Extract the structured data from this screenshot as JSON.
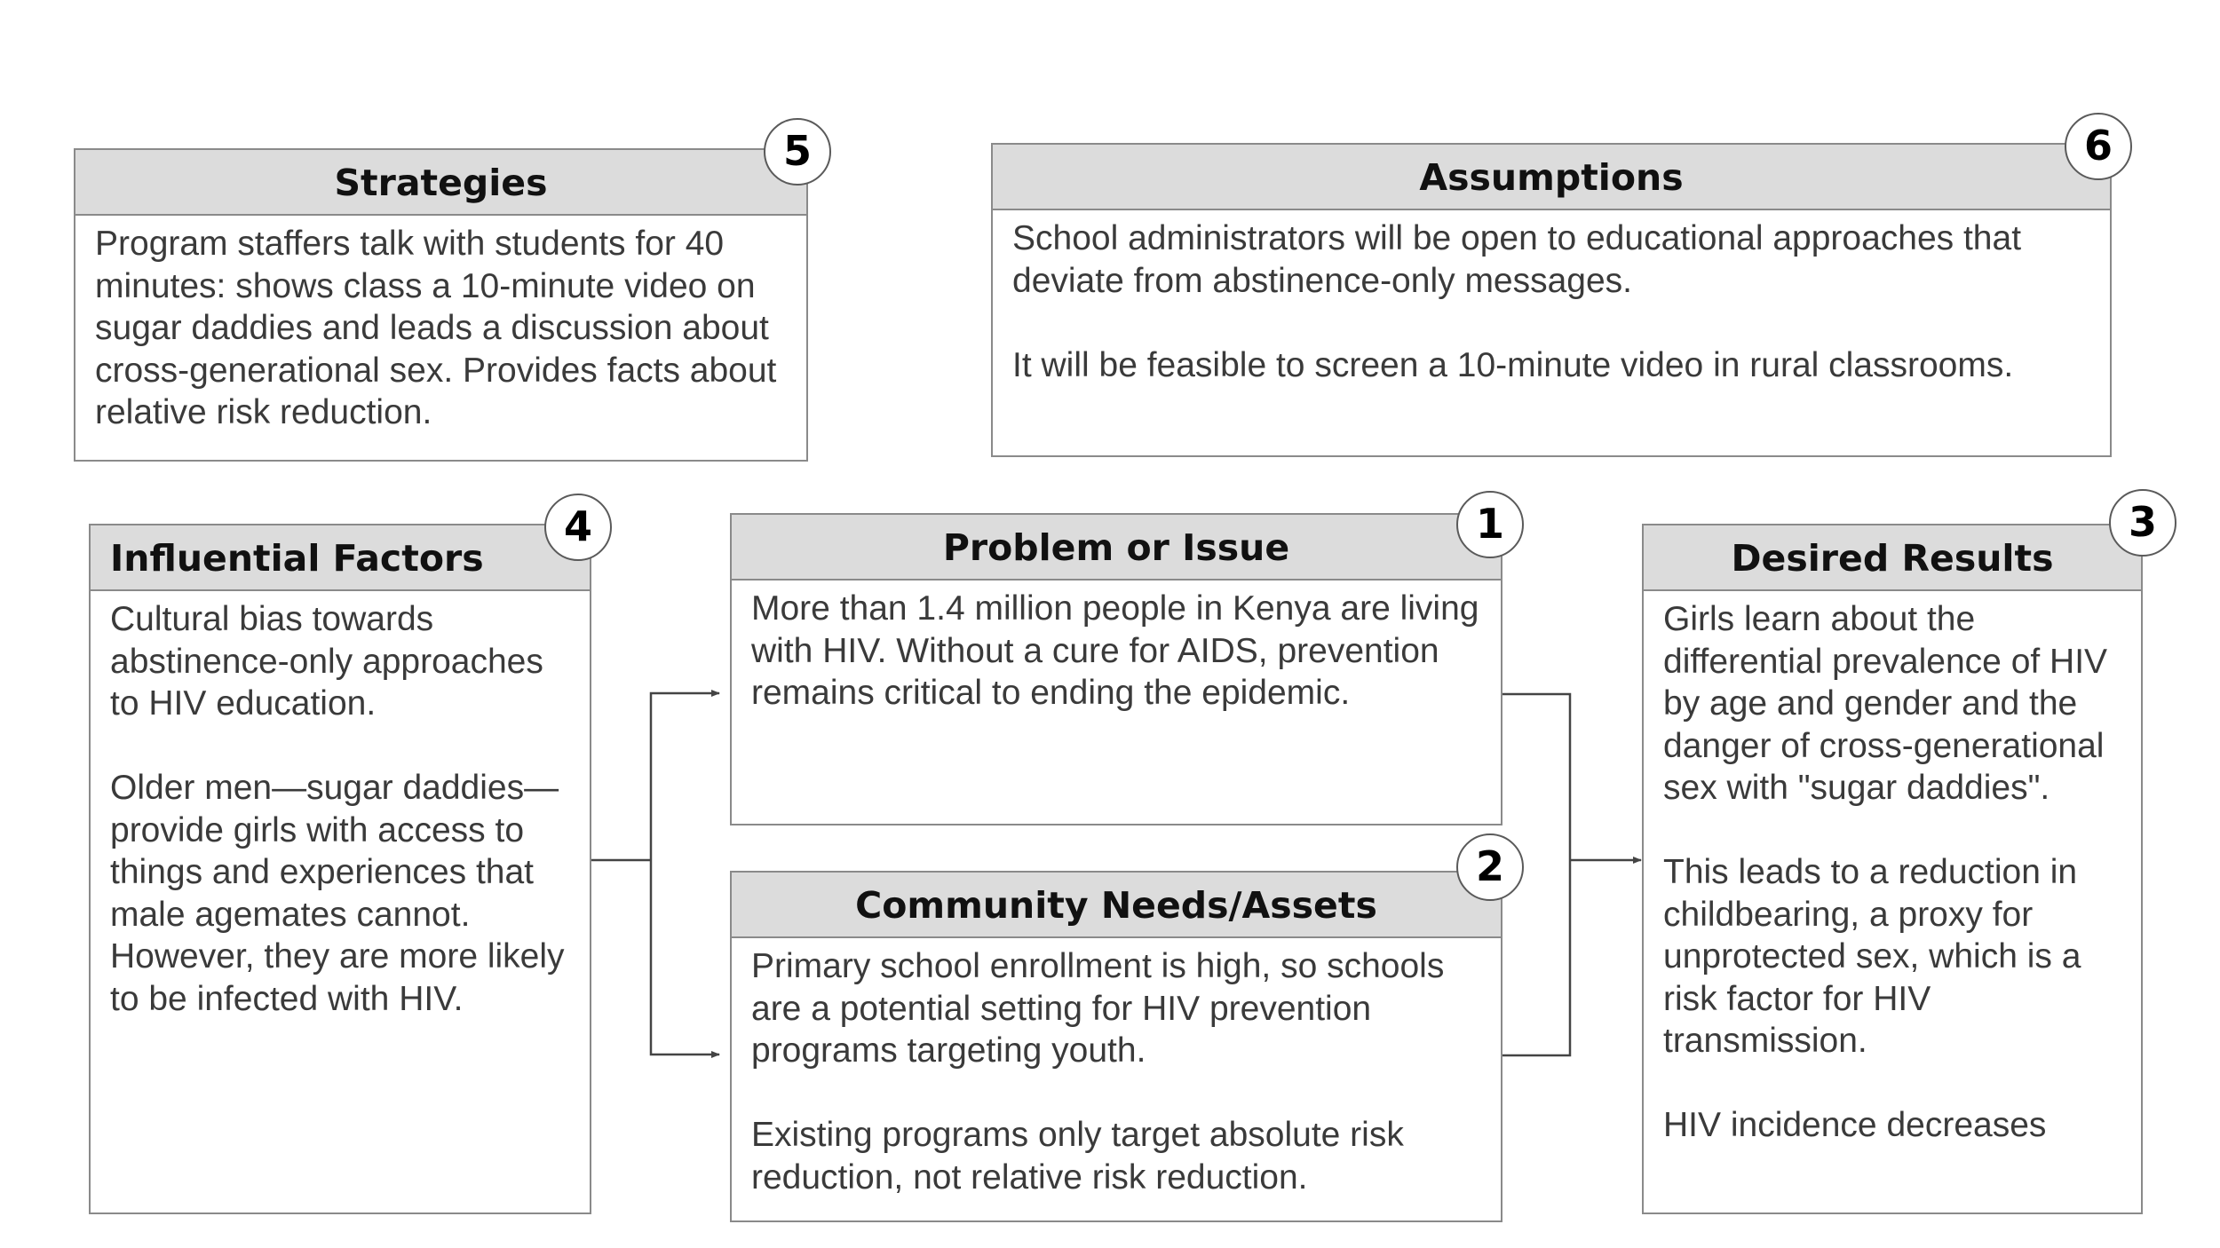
{
  "strategies": {
    "title": "Strategies",
    "number": "5",
    "paragraphs": [
      "Program staffers talk with students for 40 minutes: shows class a 10-minute video on sugar daddies and leads a discussion about cross-generational sex. Provides facts about relative risk reduction."
    ]
  },
  "assumptions": {
    "title": "Assumptions",
    "number": "6",
    "paragraphs": [
      "School administrators will be open to educational approaches that deviate from abstinence-only messages.",
      "It will be feasible to screen a 10-minute video in rural classrooms."
    ]
  },
  "influential_factors": {
    "title": "Influential Factors",
    "number": "4",
    "paragraphs": [
      "Cultural bias towards abstinence-only approaches to HIV education.",
      "Older men—sugar daddies—provide girls with access to things and experiences that male agemates cannot. However, they are more likely to be infected with HIV."
    ]
  },
  "problem": {
    "title": "Problem or Issue",
    "number": "1",
    "paragraphs": [
      "More than 1.4 million people in Kenya are living with HIV. Without a cure for AIDS, prevention remains critical to ending the epidemic."
    ]
  },
  "community": {
    "title": "Community Needs/Assets",
    "number": "2",
    "paragraphs": [
      "Primary school enrollment is high, so schools are a potential setting for HIV prevention programs targeting youth.",
      "Existing programs only target absolute risk reduction, not relative risk reduction."
    ]
  },
  "results": {
    "title": "Desired Results",
    "number": "3",
    "paragraphs": [
      "Girls learn about the differential prevalence of HIV by age and gender and the danger of cross-generational sex with \"sugar daddies\".",
      "This leads to a reduction in childbearing, a proxy for unprotected sex, which is a risk factor for HIV transmission.",
      "HIV incidence decreases"
    ]
  }
}
